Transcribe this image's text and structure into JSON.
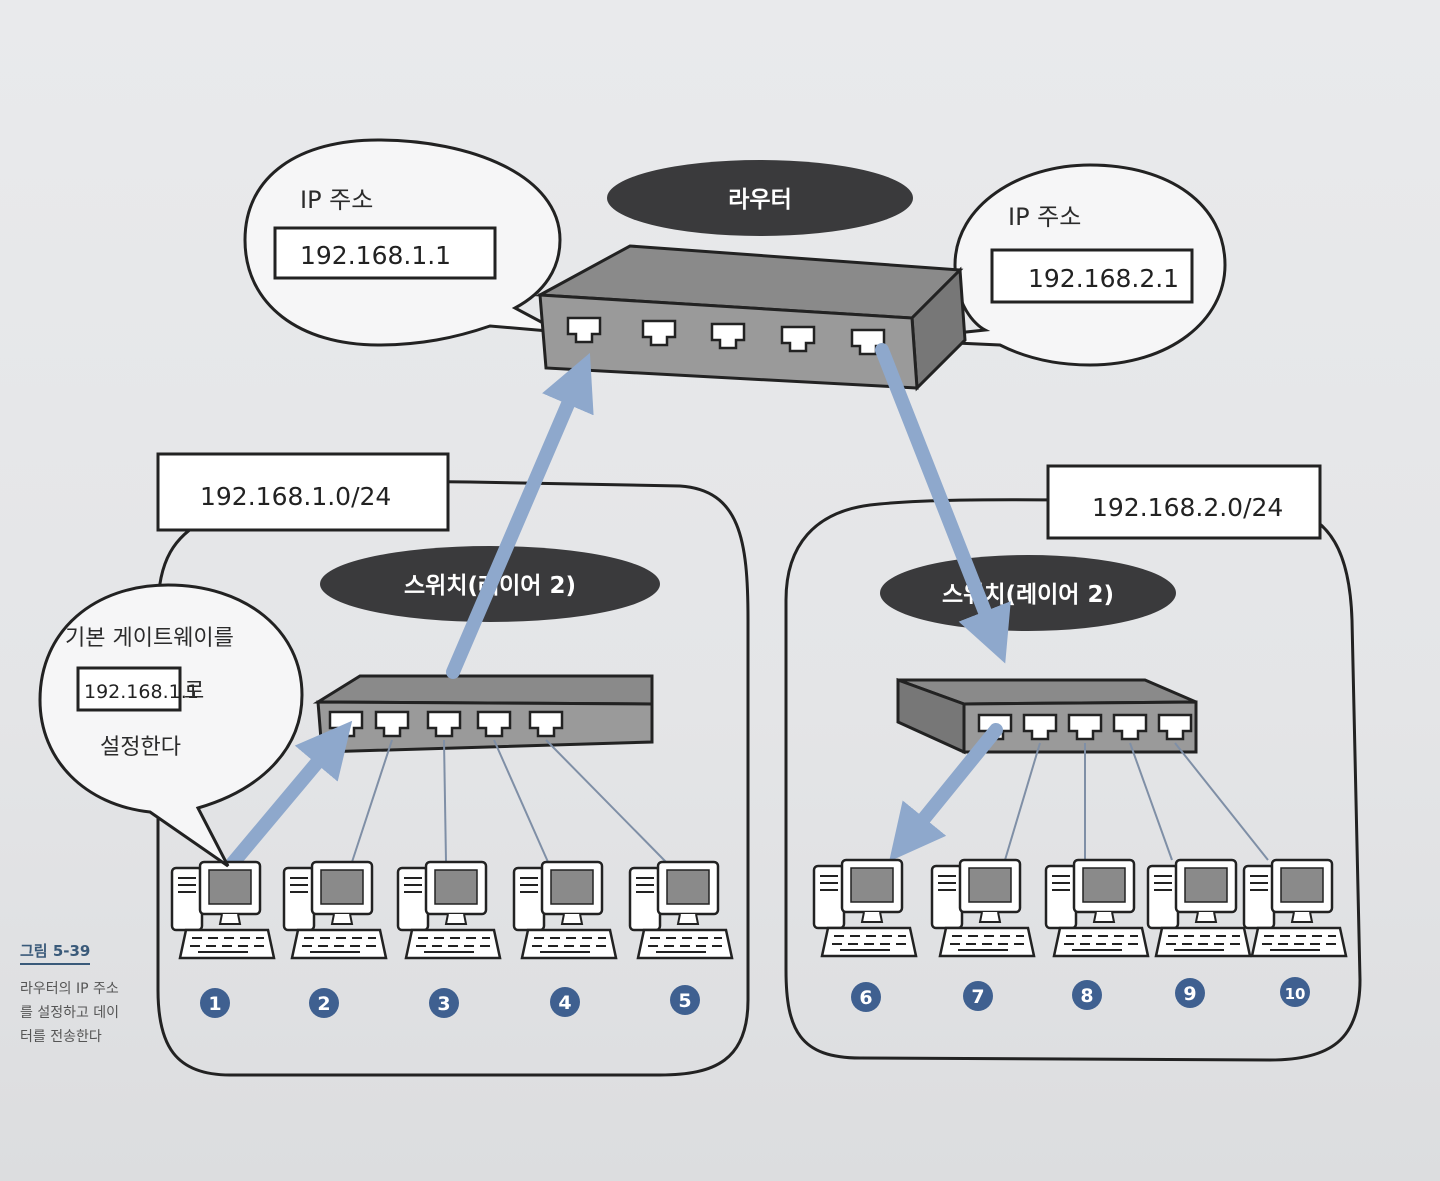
{
  "router": {
    "label": "라우터",
    "left_callout": {
      "title": "IP 주소",
      "address": "192.168.1.1"
    },
    "right_callout": {
      "title": "IP 주소",
      "address": "192.168.2.1"
    }
  },
  "networks": [
    {
      "address": "192.168.1.0/24",
      "switch_label": "스위치(레이어 2)",
      "pcs": [
        "1",
        "2",
        "3",
        "4",
        "5"
      ]
    },
    {
      "address": "192.168.2.0/24",
      "switch_label": "스위치(레이어 2)",
      "pcs": [
        "6",
        "7",
        "8",
        "9",
        "10"
      ]
    }
  ],
  "gateway_callout": {
    "line1": "기본 게이트웨이를",
    "address": "192.168.1.1",
    "suffix": "로",
    "line3": "설정한다"
  },
  "figure": {
    "number": "그림 5-39",
    "caption_lines": [
      "라우터의 IP 주소",
      "를 설정하고 데이",
      "터를 전송한다"
    ]
  },
  "colors": {
    "arrow": "#8ea8cc",
    "pill": "#3a3a3c",
    "badge": "#3f6090",
    "device": "#8c8c8c"
  }
}
